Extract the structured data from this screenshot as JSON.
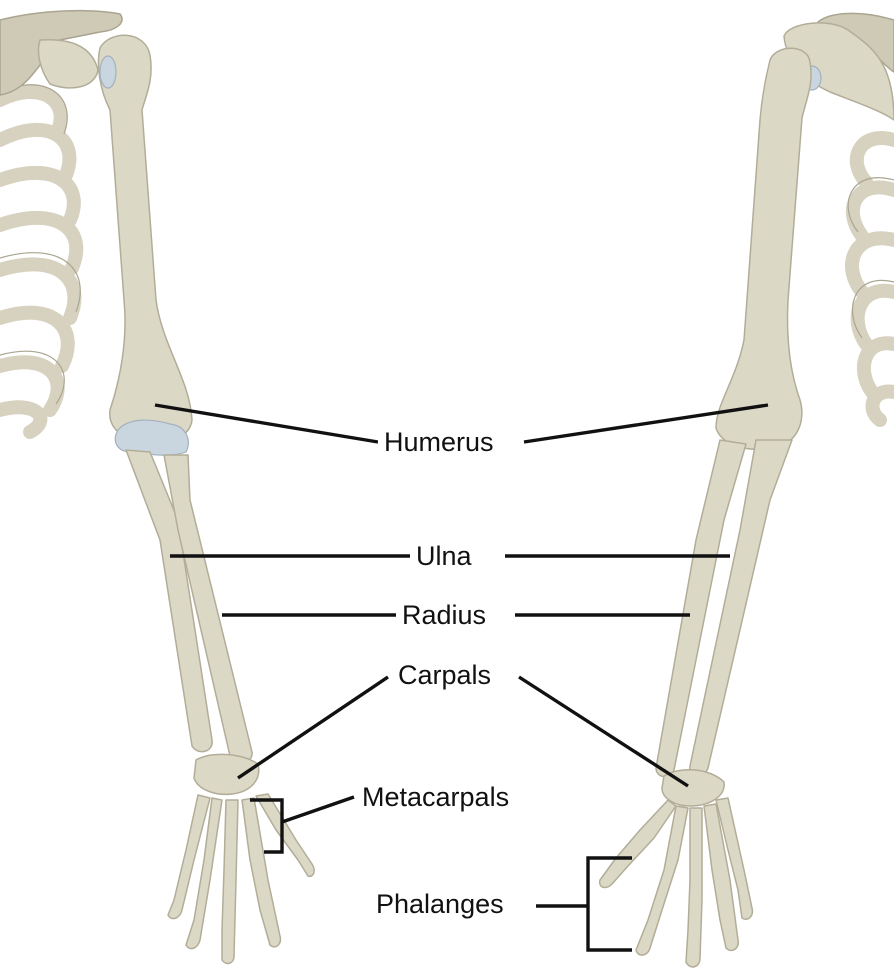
{
  "labels": {
    "humerus": "Humerus",
    "ulna": "Ulna",
    "radius": "Radius",
    "carpals": "Carpals",
    "metacarpals": "Metacarpals",
    "phalanges": "Phalanges"
  },
  "colors": {
    "bone": "#dcd8c6",
    "bone_outline": "#b2ad98",
    "cartilage": "#c9d6e0",
    "leader_line": "#111111",
    "background": "#ffffff"
  }
}
